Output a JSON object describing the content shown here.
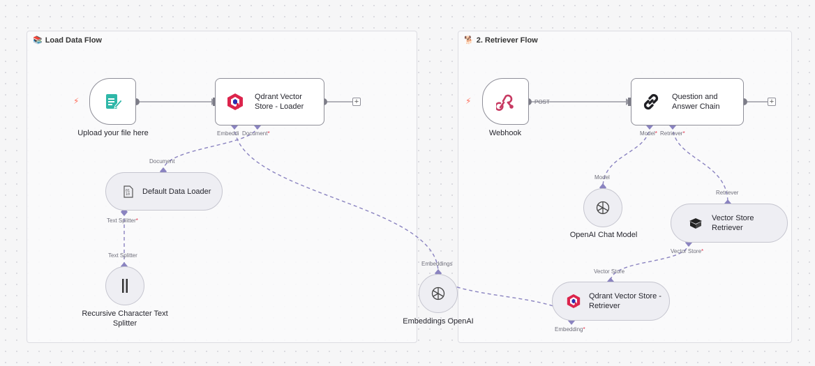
{
  "groups": {
    "load": {
      "emoji": "📚",
      "title": "Load Data Flow"
    },
    "retriever": {
      "emoji": "🐕",
      "title": "2. Retriever Flow"
    }
  },
  "nodes": {
    "upload": {
      "label": "Upload your file here",
      "icon": "form-icon"
    },
    "qdrant_loader": {
      "label": "Qdrant Vector Store - Loader",
      "icon": "qdrant-icon"
    },
    "default_loader": {
      "label": "Default Data Loader",
      "icon": "binary-file-icon"
    },
    "splitter": {
      "label": "Recursive Character Text Splitter",
      "icon": "split-icon"
    },
    "embeddings": {
      "label": "Embeddings OpenAI",
      "icon": "openai-icon"
    },
    "webhook": {
      "label": "Webhook",
      "icon": "webhook-icon"
    },
    "qa_chain": {
      "label": "Question and Answer Chain",
      "icon": "chain-link-icon"
    },
    "chat_model": {
      "label": "OpenAI Chat Model",
      "icon": "openai-icon"
    },
    "vs_retriever": {
      "label": "Vector Store Retriever",
      "icon": "box-icon"
    },
    "qdrant_retriever": {
      "label": "Qdrant Vector Store - Retriever",
      "icon": "qdrant-icon"
    }
  },
  "ports": {
    "embedding_trunc": "Embeddi",
    "document": "Document",
    "document_in": "Document",
    "text_splitter": "Text Splitter",
    "text_splitter_in": "Text Splitter",
    "embeddings_out": "Embeddings",
    "post": "POST",
    "model": "Model",
    "retriever": "Retriever",
    "model_in": "Model",
    "retriever_in": "Retriever",
    "vector_store": "Vector Store",
    "vector_store_in": "Vector Store",
    "embedding": "Embedding",
    "required_mark": "*"
  },
  "colors": {
    "accent": "#ff6d5a",
    "connector": "#8a83c0",
    "required": "#e0304a",
    "qdrant_red": "#dc244c",
    "form_teal": "#2fb7a8",
    "webhook_red": "#c73a62"
  }
}
